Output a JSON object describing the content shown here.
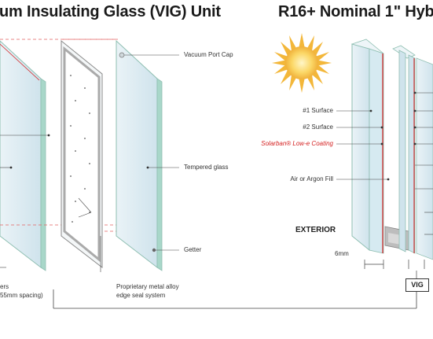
{
  "left_panel": {
    "title": "um Insulating Glass (VIG) Unit",
    "labels": {
      "vacuum_port_cap": "Vacuum Port Cap",
      "tempered_glass": "Tempered glass",
      "getter": "Getter",
      "spacers_line1": "ers",
      "spacers_line2": "55mm spacing)",
      "seal_line1": "Proprietary metal alloy",
      "seal_line2": "edge seal system"
    }
  },
  "right_panel": {
    "title": "R16+ Nominal 1\" Hyb",
    "labels": {
      "surface1": "#1 Surface",
      "surface2": "#2 Surface",
      "coating": "Solarban® Low-e Coating",
      "fill": "Air or Argon Fill",
      "exterior": "EXTERIOR",
      "dimension": "6mm",
      "vig_tag": "VIG"
    }
  },
  "colors": {
    "glass_fill": "#dcebf2",
    "glass_edge": "#a8d7c9",
    "accent_red": "#d42020",
    "seal_frame": "#9a9a9a",
    "sun": "#f5c64a"
  }
}
